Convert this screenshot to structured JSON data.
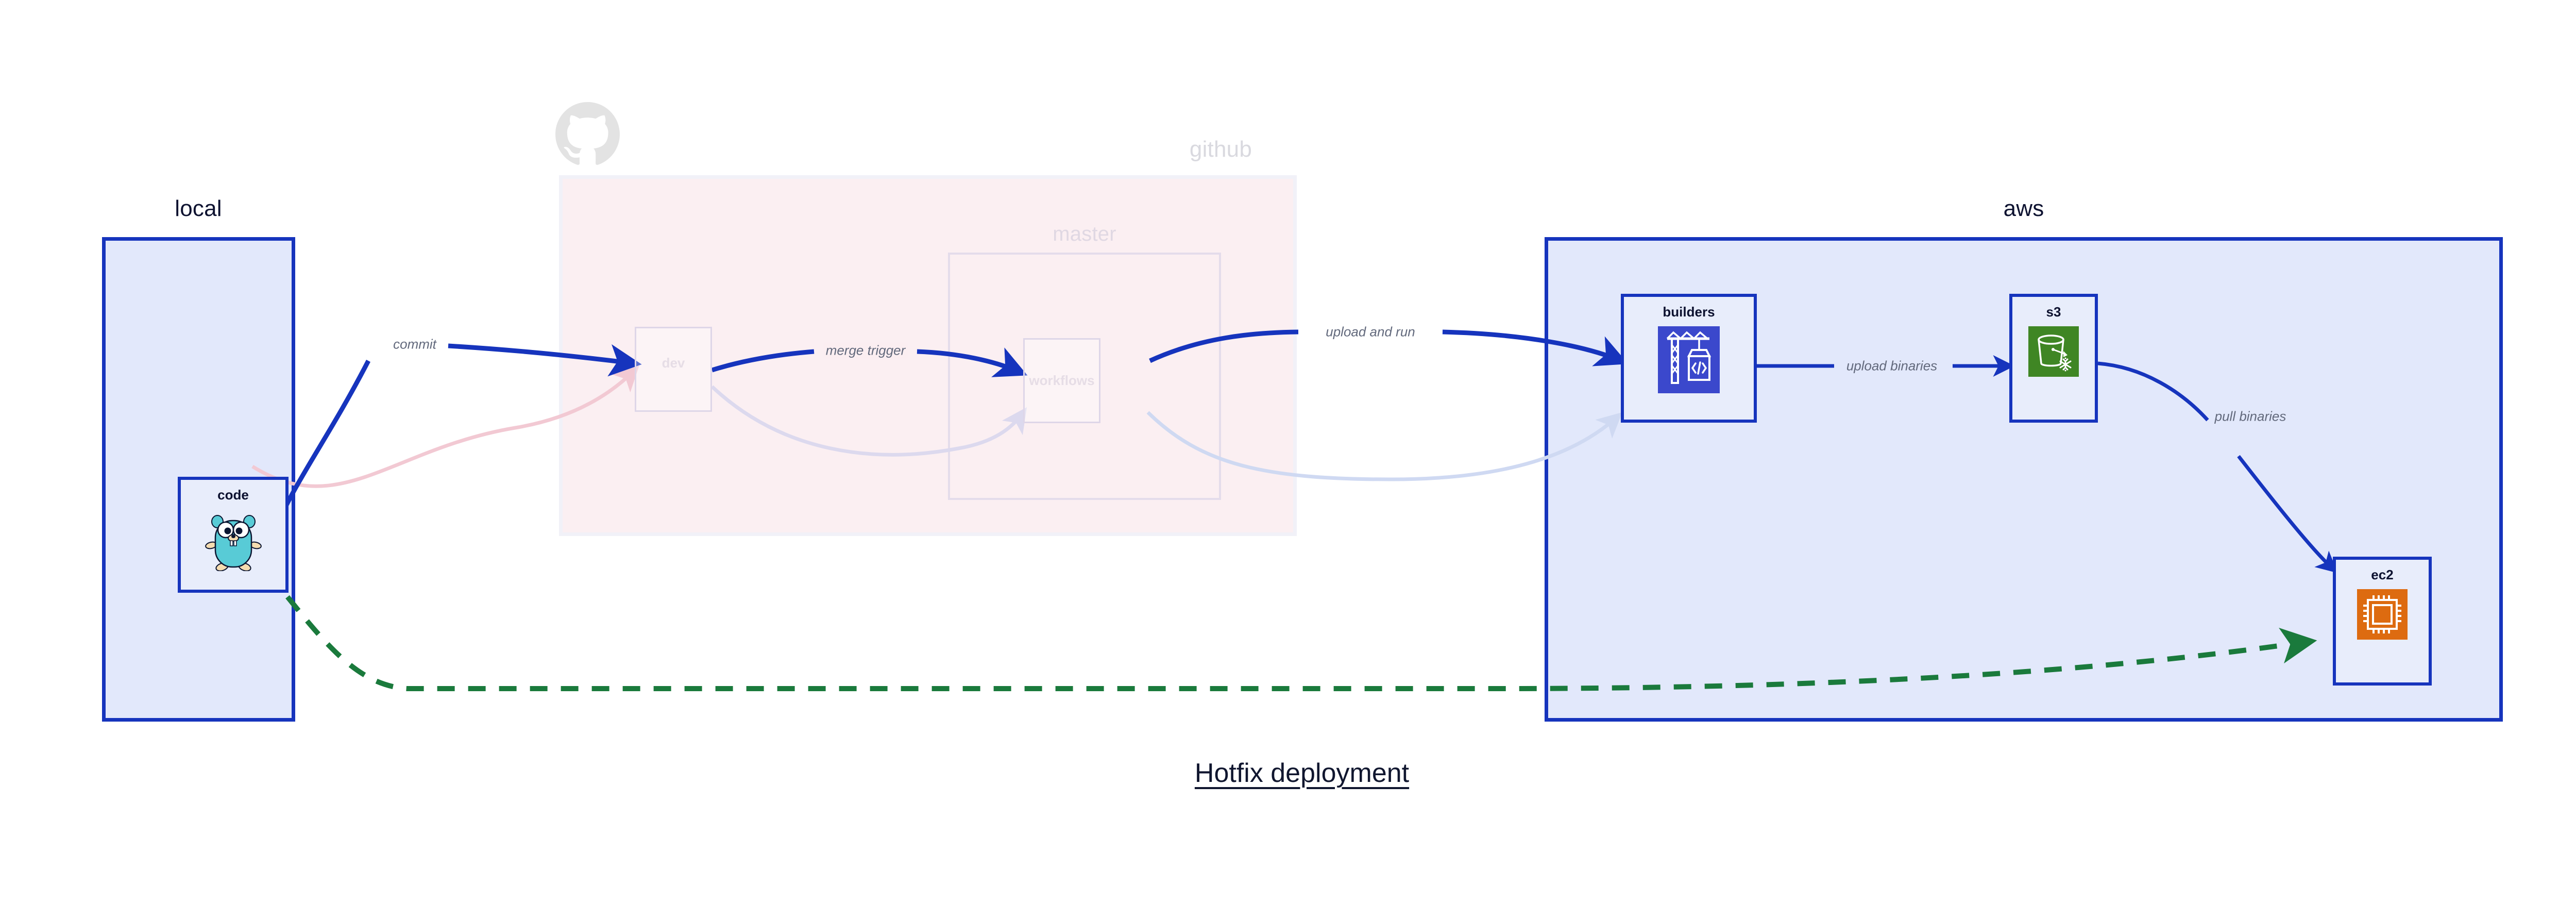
{
  "diagram": {
    "title": "Hotfix deployment",
    "type": "deployment-flow-diagram"
  },
  "groups": [
    {
      "id": "local",
      "label": "local",
      "fill": "#e2e8fb",
      "stroke": "#1634bd",
      "faded": false
    },
    {
      "id": "github",
      "label": "github",
      "fill": "#f9e3e9",
      "stroke": "#e7e7f3",
      "faded": true,
      "logo": "github-octocat-icon"
    },
    {
      "id": "master",
      "label": "master",
      "fill": "transparent",
      "stroke": "#d6cfe6",
      "faded": true
    },
    {
      "id": "aws",
      "label": "aws",
      "fill": "#e2e8fb",
      "stroke": "#1634bd",
      "faded": false
    }
  ],
  "nodes": [
    {
      "id": "code",
      "label": "code",
      "icon": "go-gopher-icon",
      "group": "local",
      "faded": false
    },
    {
      "id": "dev",
      "label": "dev",
      "icon": "none",
      "group": "github",
      "faded": true
    },
    {
      "id": "workflows",
      "label": "workflows",
      "icon": "none",
      "group": "master",
      "faded": true
    },
    {
      "id": "builders",
      "label": "builders",
      "icon": "aws-codebuild-crane-icon",
      "icon_color": "#3b48cc",
      "group": "aws",
      "faded": false
    },
    {
      "id": "s3",
      "label": "s3",
      "icon": "aws-s3-bucket-icon",
      "icon_color": "#3f8624",
      "group": "aws",
      "faded": false
    },
    {
      "id": "ec2",
      "label": "ec2",
      "icon": "aws-ec2-chip-icon",
      "icon_color": "#dd6b10",
      "group": "aws",
      "faded": false
    }
  ],
  "edges": [
    {
      "id": "commit",
      "label": "commit",
      "from": "code",
      "to": "dev",
      "color": "#1634bd",
      "style": "solid",
      "highlighted": true
    },
    {
      "id": "merge-trigger",
      "label": "merge trigger",
      "from": "dev",
      "to": "workflows",
      "color": "#1634bd",
      "style": "solid",
      "highlighted": true
    },
    {
      "id": "upload-and-run",
      "label": "upload and run",
      "from": "workflows",
      "to": "builders",
      "color": "#1634bd",
      "style": "solid",
      "highlighted": true
    },
    {
      "id": "upload-binaries",
      "label": "upload binaries",
      "from": "builders",
      "to": "s3",
      "color": "#1634bd",
      "style": "solid",
      "highlighted": true
    },
    {
      "id": "pull-binaries",
      "label": "pull binaries",
      "from": "s3",
      "to": "ec2",
      "color": "#1634bd",
      "style": "solid",
      "highlighted": true
    },
    {
      "id": "direct-deploy",
      "label": "",
      "from": "code",
      "to": "ec2",
      "color": "#1a7a3c",
      "style": "dashed",
      "highlighted": true
    },
    {
      "id": "ghost-code-dev",
      "label": "",
      "from": "code",
      "to": "dev",
      "color": "#f2c9d3",
      "style": "solid",
      "highlighted": false
    },
    {
      "id": "ghost-dev-workflows",
      "label": "",
      "from": "dev",
      "to": "workflows",
      "color": "#dcd9ee",
      "style": "solid",
      "highlighted": false
    },
    {
      "id": "ghost-workflows-builders",
      "label": "",
      "from": "workflows",
      "to": "builders",
      "color": "#dbe1f5",
      "style": "solid",
      "highlighted": false
    }
  ],
  "colors": {
    "accent_blue": "#1634bd",
    "group_blue_fill": "#e2e8fb",
    "github_pink_fill": "#f9e3e9",
    "dashed_green": "#1a7a3c",
    "label_gray": "#62697c",
    "title_navy": "#10162f"
  }
}
